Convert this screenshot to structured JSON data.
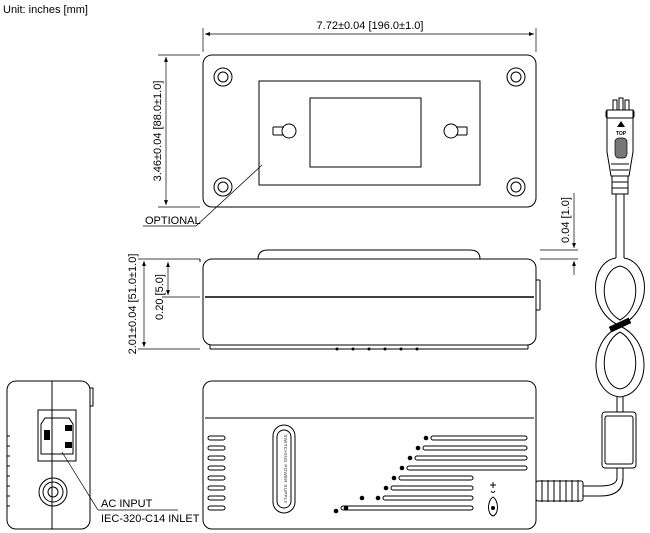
{
  "units_label": "Unit: inches [mm]",
  "dimensions": {
    "length": "7.72±0.04 [196.0±1.0]",
    "width": "3.46±0.04 [88.0±1.0]",
    "height": "2.01±0.04 [51.0±1.0]",
    "feet_height": "0.20 [5.0]",
    "offset": "0.04 [1.0]"
  },
  "labels": {
    "optional": "OPTIONAL",
    "ac_input_line1": "AC INPUT",
    "ac_input_line2": "IEC-320-C14 INLET",
    "connector_top": "TOP",
    "badge_text": "SWITCHING POWER SUPPLY"
  }
}
